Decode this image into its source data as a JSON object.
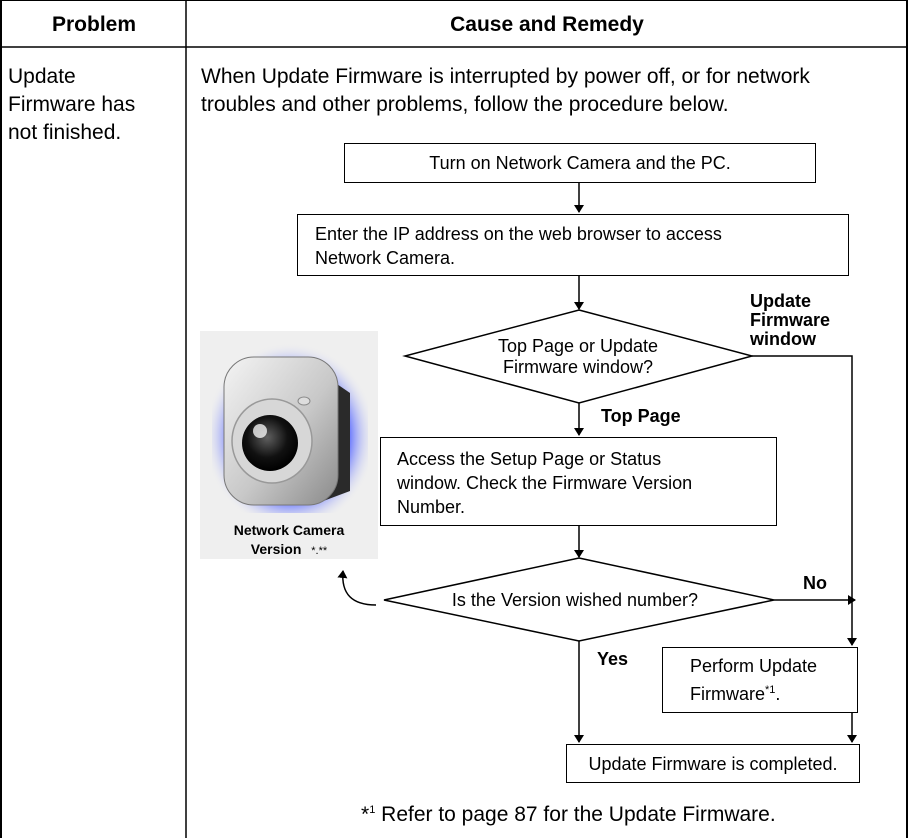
{
  "table": {
    "header": {
      "problem": "Problem",
      "cause": "Cause and Remedy"
    },
    "row": {
      "problem_lines": [
        "Update",
        "Firmware has",
        "not finished."
      ],
      "intro_lines": [
        "When Update Firmware is interrupted by power off, or for network",
        "troubles and other problems, follow the procedure below."
      ]
    }
  },
  "flowchart": {
    "step1": "Turn on Network Camera and the PC.",
    "step2_lines": [
      "Enter the IP address on the web browser to access",
      "Network Camera."
    ],
    "decision1_lines": [
      "Top Page or Update",
      "Firmware window?"
    ],
    "branch_update_lines": [
      "Update",
      "Firmware",
      "window"
    ],
    "branch_top": "Top Page",
    "step3_lines": [
      "Access the Setup Page or Status",
      "window. Check the Firmware Version",
      "Number."
    ],
    "decision2": "Is the Version wished number?",
    "branch_no": "No",
    "branch_yes": "Yes",
    "perform_line1": "Perform Update",
    "perform_line2": "Firmware",
    "perform_sup": "*1",
    "perform_end": ".",
    "final": "Update Firmware is completed."
  },
  "camera_image": {
    "caption_line1": "Network Camera",
    "caption_line2": "Version",
    "caption_stars": "*.**"
  },
  "footnote": {
    "marker": "*",
    "marker_sup": "1",
    "text": " Refer to page 87 for the Update Firmware."
  }
}
